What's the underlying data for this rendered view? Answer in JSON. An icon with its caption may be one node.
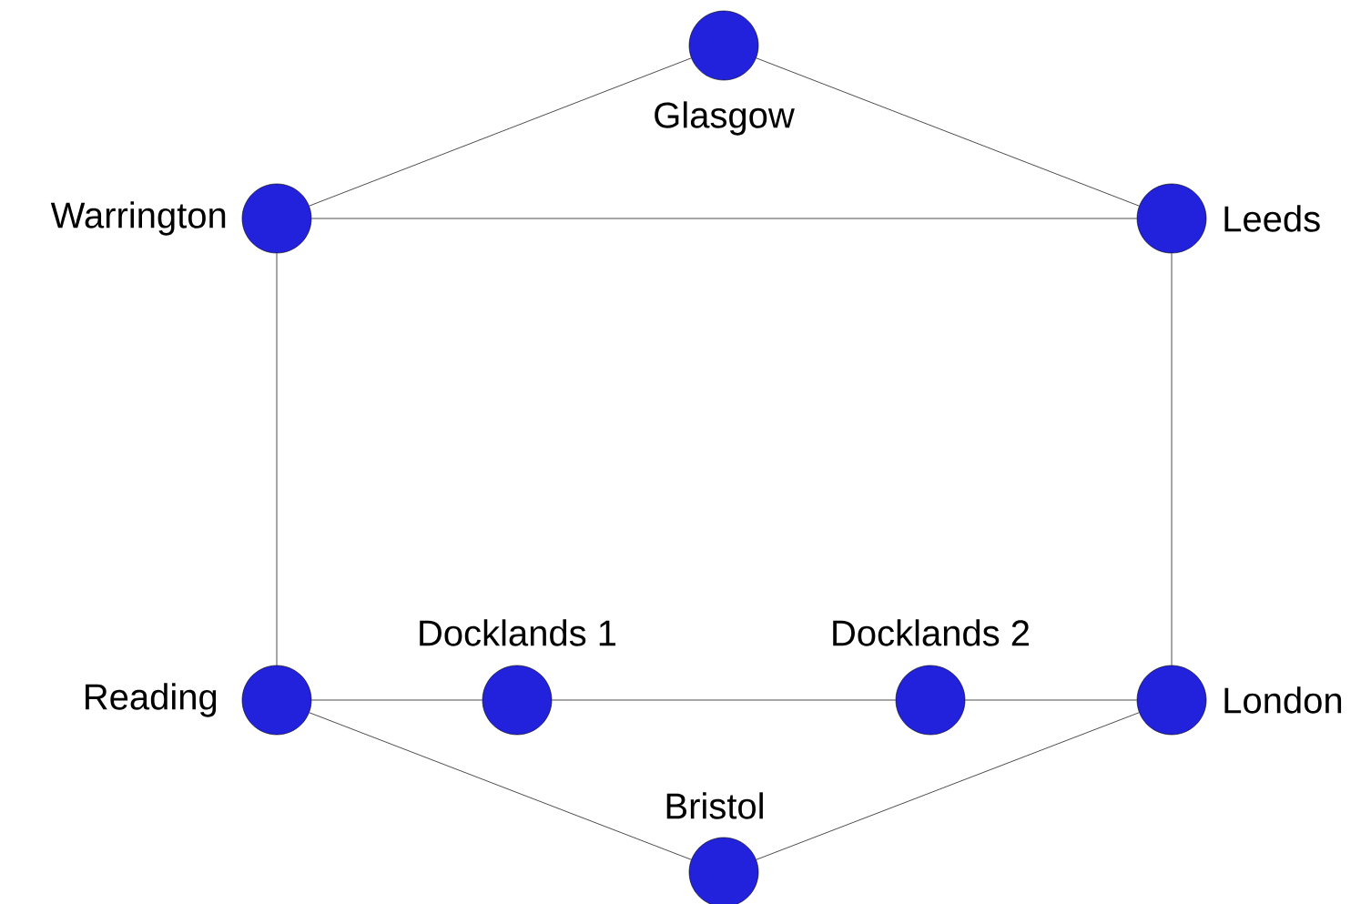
{
  "diagram": {
    "nodes": [
      {
        "text": [
          "Glasgow"
        ]
      },
      {
        "text": [
          "Warrington"
        ]
      },
      {
        "text": [
          "Leeds"
        ]
      },
      {
        "text": [
          "Docklands 1"
        ]
      },
      {
        "text": [
          "Docklands 2"
        ]
      },
      {
        "text": [
          "Reading"
        ]
      },
      {
        "text": [
          "London"
        ]
      },
      {
        "text": [
          "Bristol"
        ]
      }
    ],
    "edges": [
      {
        "from": 0,
        "to": 1,
        "arrow": "none"
      },
      {
        "from": 0,
        "to": 2,
        "arrow": "none"
      },
      {
        "from": 1,
        "to": 2,
        "arrow": "none"
      },
      {
        "from": 1,
        "to": 5,
        "arrow": "none"
      },
      {
        "from": 2,
        "to": 6,
        "arrow": "none"
      },
      {
        "from": 5,
        "to": 3,
        "arrow": "none"
      },
      {
        "from": 3,
        "to": 4,
        "arrow": "none"
      },
      {
        "from": 4,
        "to": 6,
        "arrow": "none"
      },
      {
        "from": 5,
        "to": 7,
        "arrow": "none"
      },
      {
        "from": 6,
        "to": 7,
        "arrow": "none"
      }
    ]
  }
}
